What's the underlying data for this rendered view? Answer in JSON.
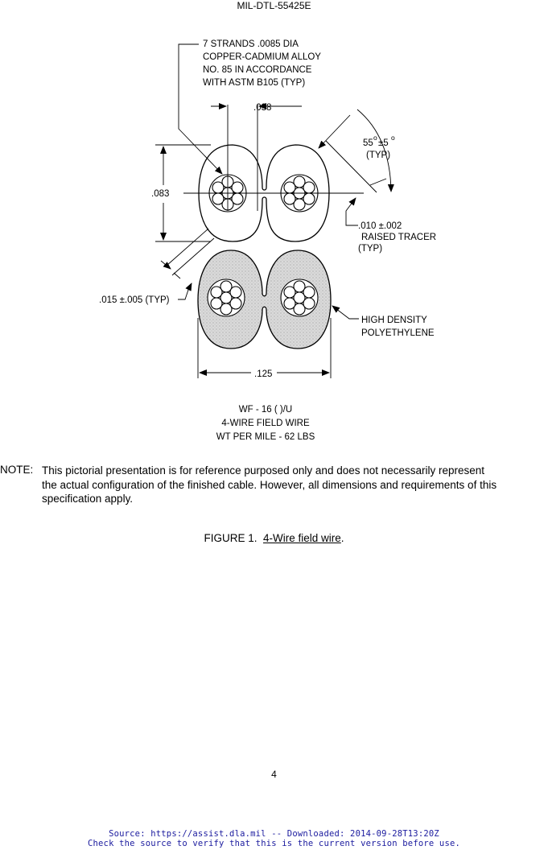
{
  "header": {
    "doc_id": "MIL-DTL-55425E"
  },
  "figure": {
    "strand_note": [
      "7 STRANDS .0085 DIA",
      "COPPER-CADMIUM ALLOY",
      "NO. 85 IN ACCORDANCE",
      "WITH ASTM B105 (TYP)"
    ],
    "dim_038": ".038",
    "dim_083": ".083",
    "angle_main": "55",
    "angle_tol": "±5",
    "angle_deg1": "o",
    "angle_deg2": "o",
    "angle_typ": "(TYP)",
    "tracer_note": [
      ".010 ±.002",
      "RAISED TRACER",
      "(TYP)"
    ],
    "dim_015": ".015 ±.005 (TYP)",
    "insulation_note": [
      "HIGH DENSITY",
      "POLYETHYLENE"
    ],
    "dim_125": ".125",
    "designation": [
      "WF - 16 ( )/U",
      "4-WIRE FIELD WIRE",
      "WT PER MILE - 62 LBS"
    ]
  },
  "note": {
    "label": "NOTE:",
    "lines": [
      "This pictorial presentation is for reference purposed only and does not necessarily represent",
      "the actual configuration of the finished cable. However, all dimensions and requirements of this",
      "specification apply."
    ]
  },
  "figure_title": {
    "prefix": "FIGURE 1.",
    "caption": "4-Wire field wire",
    "suffix": "."
  },
  "page_number": "4",
  "footer": {
    "line1": "Source: https://assist.dla.mil -- Downloaded: 2014-09-28T13:20Z",
    "line2": "Check the source to verify that this is the current version before use."
  },
  "colors": {
    "insulation_fill": "#d4d4d4",
    "footer_text": "#1a1a9e"
  }
}
